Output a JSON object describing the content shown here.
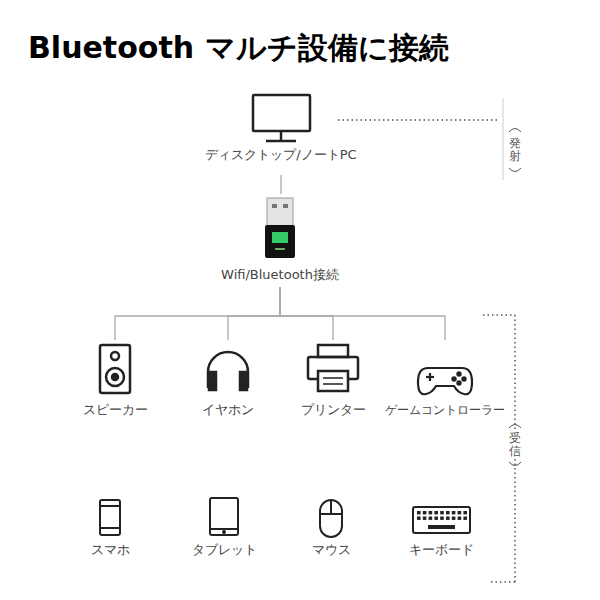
{
  "diagram": {
    "title": "Bluetooth マルチ設備に接続",
    "nodes": [
      {
        "text": [
          "ディスクトップ/ノートPC"
        ]
      },
      {
        "text": [
          "Wifi/Bluetooth接続"
        ]
      },
      {
        "text": [
          "スピーカー"
        ]
      },
      {
        "text": [
          "イヤホン"
        ]
      },
      {
        "text": [
          "プリンター"
        ]
      },
      {
        "text": [
          "ゲームコントローラー"
        ]
      },
      {
        "text": [
          "スマホ"
        ]
      },
      {
        "text": [
          "タブレット"
        ]
      },
      {
        "text": [
          "マウス"
        ]
      },
      {
        "text": [
          "キーボード"
        ]
      }
    ],
    "edges": [
      {
        "from": 0,
        "to": 1,
        "arrow": "none"
      },
      {
        "from": 1,
        "to": 2,
        "arrow": "none"
      },
      {
        "from": 1,
        "to": 3,
        "arrow": "none"
      },
      {
        "from": 1,
        "to": 4,
        "arrow": "none"
      },
      {
        "from": 1,
        "to": 5,
        "arrow": "none"
      }
    ],
    "labels": [
      "発射",
      "受信"
    ]
  }
}
